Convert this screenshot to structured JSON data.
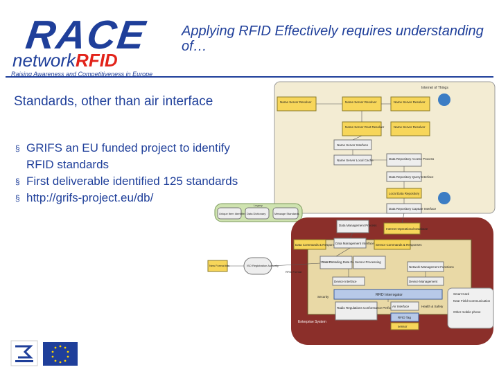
{
  "header": {
    "logo_race": "RACE",
    "logo_network": "network",
    "logo_rfid": "RFID",
    "logo_tagline": "Raising Awareness and Competitiveness in Europe",
    "title": "Applying RFID Effectively requires understanding of…"
  },
  "content": {
    "subheading": "Standards, other than air interface",
    "bullets": [
      {
        "marker": "§",
        "text": "GRIFS an EU funded project to identify RFID standards"
      },
      {
        "marker": "§",
        "text": "First deliverable identified 125 standards"
      },
      {
        "marker": "§",
        "text": "http://grifs-project.eu/db/"
      }
    ]
  },
  "diagram": {
    "internet_of_things": "Internet of Things",
    "name_server_resolver": "Name Server Resolver",
    "name_server_root_resolver": "Name Server Root Resolver",
    "name_server_interface": "Name Server Interface",
    "name_server_local_cache": "Name Server Local Cache",
    "data_repository_access_process": "Data Repository Access Process",
    "data_repository_query_interface": "Data Repository Query Interface",
    "local_data_repository": "Local Data Repository",
    "data_repository_capture_interface": "Data Repository Capture Interface",
    "unique_item_identifiers": "Unique Item Identifiers",
    "data_dictionary": "Data Dictionary",
    "message_standards": "Message Standards",
    "legacy": "Legacy",
    "data_management_process": "Data Management Process",
    "internet_operational_database": "Internet Operational Database",
    "data_commands_responses": "Data Commands & Responses",
    "data_management_interface": "Data Management Interface",
    "sensor_commands_responses": "Sensor Commands & Responses",
    "new_format_bits": "New Format bits",
    "iso_registration_authority": "ISO Registration Authority",
    "data_encoding": "Data Encoding Data Decoding",
    "sensor_processing": "Sensor Processing",
    "network_management_functions": "Network Management Functions",
    "device_interface": "Device Interface",
    "device_management": "Device Management",
    "security": "Security",
    "rfid_interrogator": "RFID Interrogator",
    "radio_regulations": "Radio Regulations Conformance Performance",
    "air_interface": "Air Interface",
    "health_safety": "Health & Safety",
    "rfid_tag": "RFID Tag",
    "sensor": "sensor",
    "smart_card": "Smart Card",
    "near_field": "Near Field Communication",
    "other_mobile": "Other mobile phone",
    "enterprise_system": "Enterprise System",
    "rfid_format": "RFID Format"
  },
  "colors": {
    "brand_blue": "#1f3f9a",
    "brand_red": "#e2231a",
    "diagram_maroon": "#8b2f2a",
    "diagram_tan": "#e9d9a6"
  }
}
